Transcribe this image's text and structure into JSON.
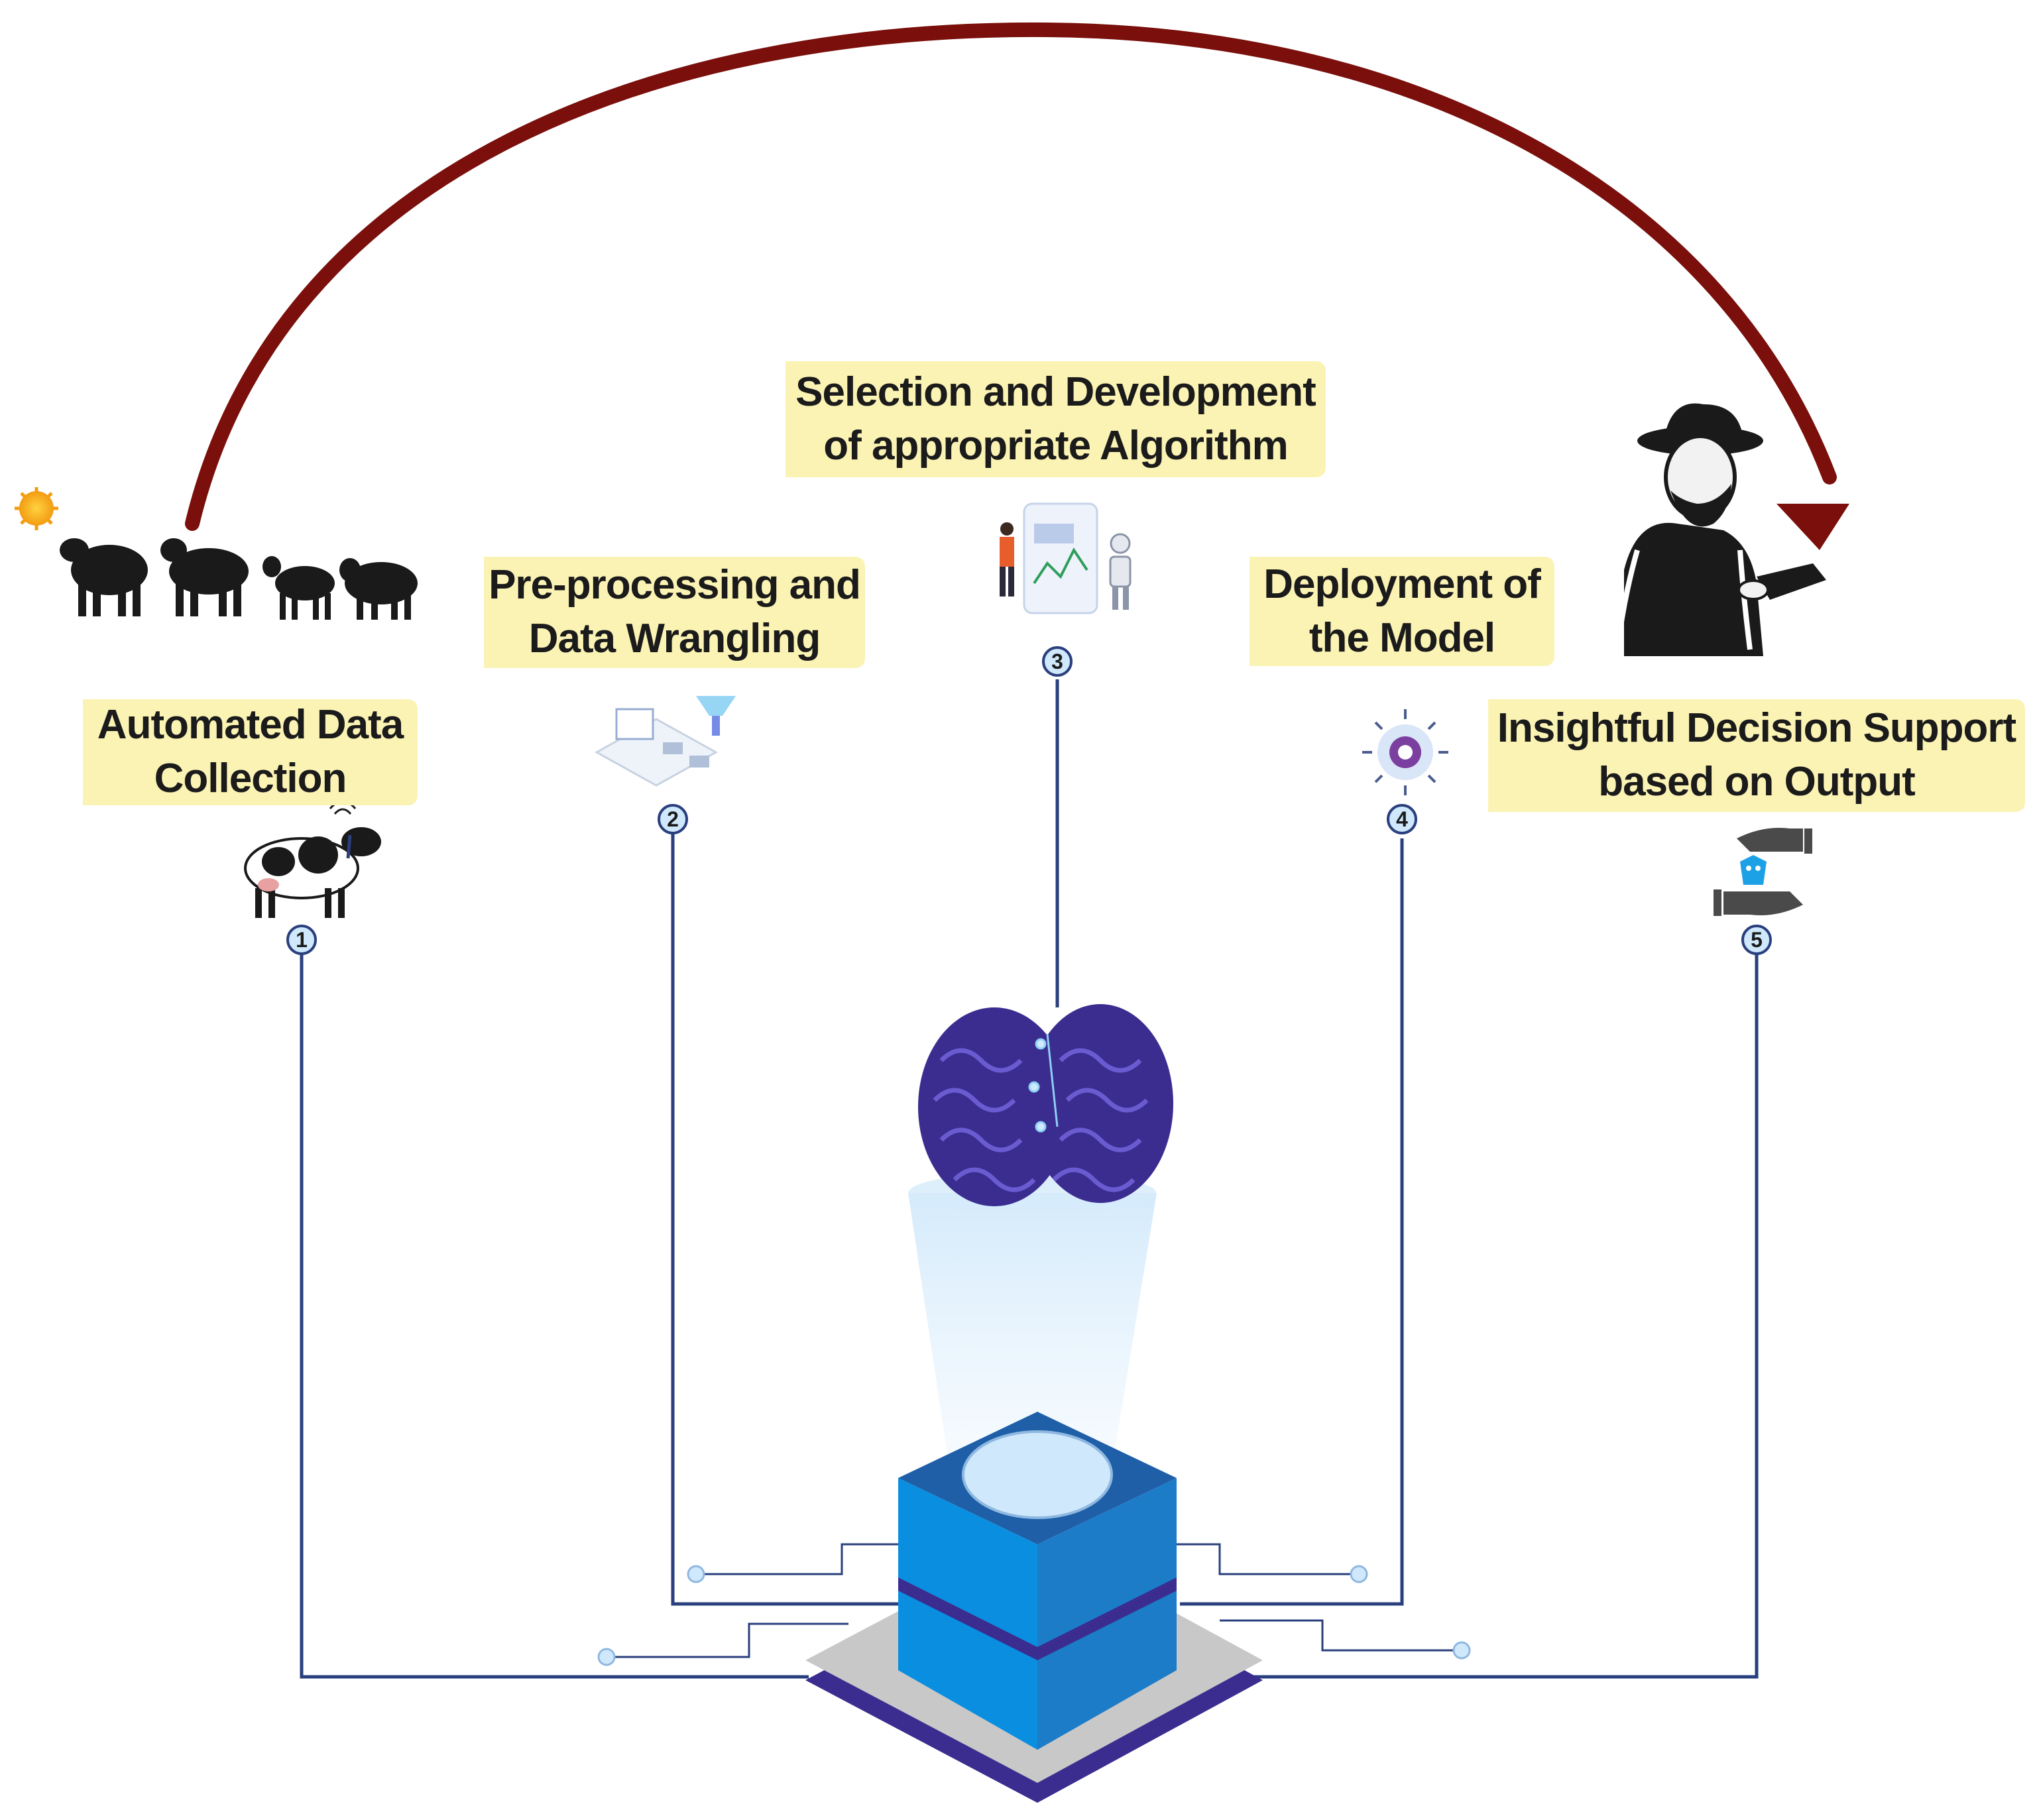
{
  "diagram": {
    "steps": [
      {
        "number": "1",
        "label": "Automated Data\nCollection",
        "icon": "smart-cow-sensor-icon"
      },
      {
        "number": "2",
        "label": "Pre-processing and\nData Wrangling",
        "icon": "data-filter-icon"
      },
      {
        "number": "3",
        "label": "Selection and Development\nof appropriate Algorithm",
        "icon": "analyst-robot-chart-icon"
      },
      {
        "number": "4",
        "label": "Deployment of\nthe Model",
        "icon": "gear-deployment-icon"
      },
      {
        "number": "5",
        "label": "Insightful Decision Support\nbased on Output",
        "icon": "hands-cow-icon"
      }
    ],
    "decorations": [
      "sun-icon",
      "livestock-silhouettes-icon",
      "farmer-tablet-icon",
      "brain-icon",
      "processor-cube-icon",
      "feedback-arc-arrow"
    ],
    "colors": {
      "label_bg": "#fbf3b4",
      "arc": "#7a0f0c",
      "line": "#2a3f7d",
      "brain": "#3b2d8f",
      "cube_top": "#1f5fa8",
      "cube_side": "#0a8fe0",
      "base": "#c8c8c8"
    }
  }
}
